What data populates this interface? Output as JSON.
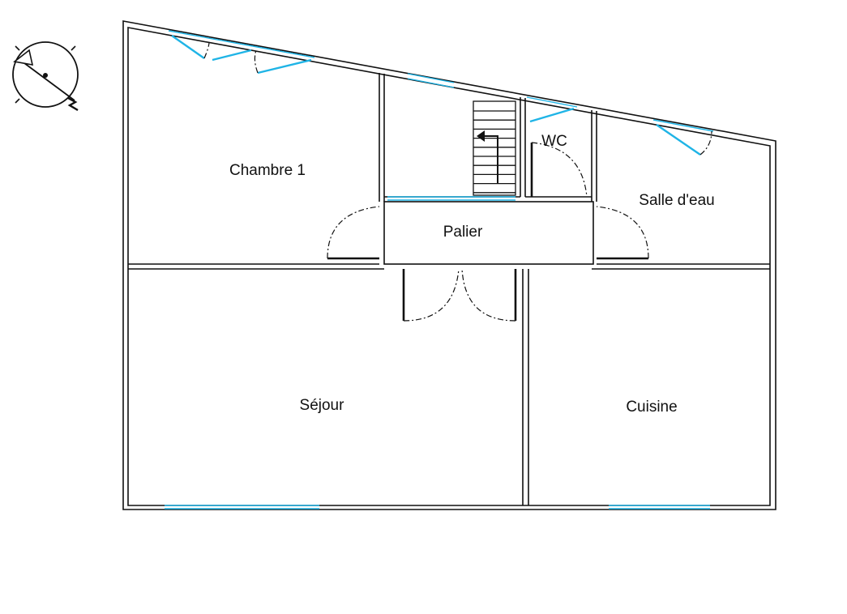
{
  "plan": {
    "rooms": [
      {
        "id": "chambre-1",
        "label": "Chambre 1"
      },
      {
        "id": "wc",
        "label": "WC"
      },
      {
        "id": "salle-d-eau",
        "label": "Salle d'eau"
      },
      {
        "id": "palier",
        "label": "Palier"
      },
      {
        "id": "sejour",
        "label": "Séjour"
      },
      {
        "id": "cuisine",
        "label": "Cuisine"
      }
    ],
    "colors": {
      "wall": "#111111",
      "window": "#1fb4e6",
      "background": "#ffffff"
    },
    "icons": [
      "compass-north-arrow-icon",
      "stair-arrow-icon"
    ]
  }
}
